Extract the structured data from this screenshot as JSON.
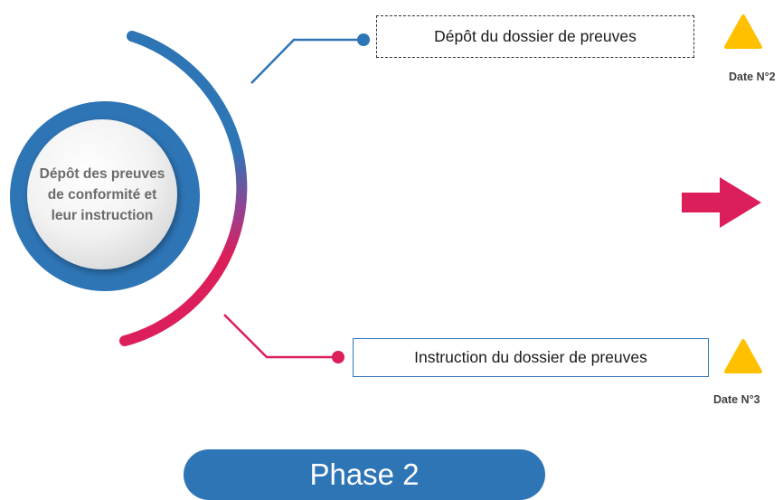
{
  "center": {
    "text": "Dépôt des preuves\nde conformité et\nleur instruction"
  },
  "steps": [
    {
      "label": "Dépôt du dossier de preuves",
      "date": "Date N°2"
    },
    {
      "label": "Instruction du dossier de preuves",
      "date": "Date N°3"
    }
  ],
  "phase": {
    "label": "Phase 2"
  },
  "colors": {
    "blue": "#2e75b6",
    "pink": "#dc1e5a",
    "warning": "#ffc000"
  },
  "icons": {
    "date_marker": "warning-triangle-icon",
    "next": "right-arrow-icon"
  }
}
